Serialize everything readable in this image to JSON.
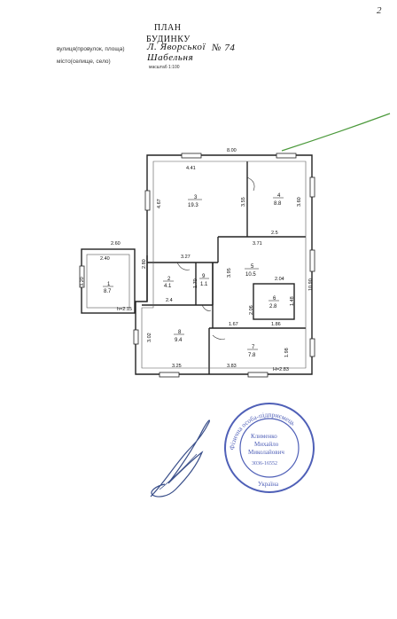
{
  "page_number": "2",
  "header": {
    "line1": "ПЛАН",
    "line2": "БУДИНКУ",
    "street_label": "вулиця(провулок, площа)",
    "street_value": "Л. Яворської",
    "house_number": "№ 74",
    "city_label": "місто(селище, село)",
    "city_value": "Шабельня",
    "scale": "масштаб 1:100"
  },
  "plan": {
    "dims": {
      "top_width": "8.00",
      "veranda_width": "2.60",
      "veranda_inner_width": "2.40",
      "veranda_depth": "3.20",
      "veranda_height": "h=2.15",
      "room3_width": "4.41",
      "room3_depth": "4.67",
      "room3_right": "3.55",
      "room4_depth": "3.60",
      "room4_width_bottom": "2.5",
      "room5_width_top": "3.71",
      "right_depth": "10.90",
      "room2_width": "3.27",
      "room2_left": "2.80",
      "room2_depth": "1.70",
      "room2_bottom": "2.4",
      "room9_depth": "3.95",
      "room5_right": "2.04",
      "room6_height": "1.48",
      "room6_left": "2.06",
      "room5_bottom_left": "1.67",
      "room6_bottom": "1.86",
      "room8_depth": "3.02",
      "room8_width": "3.25",
      "room7_width": "3.83",
      "room7_depth": "1.98",
      "house_height": "H=2.83"
    },
    "rooms": [
      {
        "number": "1",
        "area": "8.7"
      },
      {
        "number": "2",
        "area": "4.1"
      },
      {
        "number": "3",
        "area": "19.3"
      },
      {
        "number": "4",
        "area": "8.8"
      },
      {
        "number": "5",
        "area": "10.5"
      },
      {
        "number": "6",
        "area": "2.8"
      },
      {
        "number": "7",
        "area": "7.8"
      },
      {
        "number": "8",
        "area": "9.4"
      },
      {
        "number": "9",
        "area": "1.1"
      }
    ]
  },
  "stamp": {
    "ring_text": "Фізична особа-підприємець",
    "name_line1": "Клименко",
    "name_line2": "Михайло",
    "name_line3": "Миколайович",
    "code": "3036-16552",
    "country": "Україна"
  },
  "colors": {
    "stamp": "#3d4fb0",
    "arrow": "#4c9a3c",
    "signature": "#3a4f8a"
  }
}
